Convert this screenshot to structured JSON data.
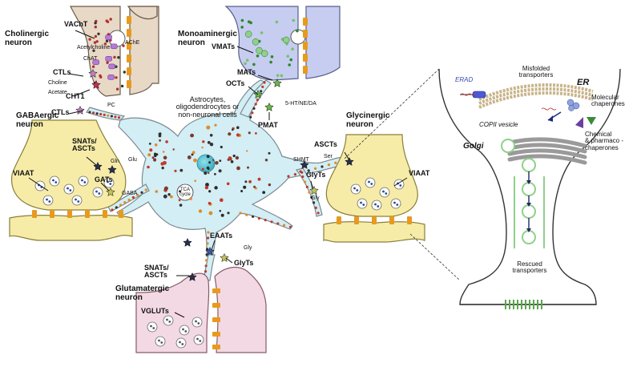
{
  "neurons": {
    "cholinergic": {
      "title": "Cholinergic\nneuron",
      "vacht": "VAChT",
      "acetylcholine": "Acetylcholine",
      "chat": "ChAT",
      "ache": "AChE",
      "ctls": "CTLs",
      "choline": "Choline",
      "acetate": "Acetate",
      "cht1": "CHT1"
    },
    "monoaminergic": {
      "title": "Monoaminergic\nneuron",
      "vmats": "VMATs",
      "mats": "MATs",
      "octs": "OCTs",
      "monoamines": "5-HT/NE/DA",
      "pmat": "PMAT"
    },
    "gabaergic": {
      "title": "GABAergic\nneuron",
      "snats": "SNATs/\nASCTs",
      "gln": "Gln",
      "glu": "Glu",
      "viaat": "VIAAT",
      "gats": "GATs",
      "gaba": "GABA"
    },
    "glycinergic": {
      "title": "Glycinergic\nneuron",
      "ascts": "ASCTs",
      "shmt": "SHMT",
      "ser": "Ser",
      "glyts": "GlyTs",
      "gly": "Gly",
      "viaat": "VIAAT"
    },
    "glutamatergic": {
      "title": "Glutamatergic\nneuron",
      "eaats": "EAATs",
      "gly": "Gly",
      "glyts": "GlyTs",
      "snats": "SNATs/\nASCTs",
      "vgluts": "VGLUTs"
    }
  },
  "glia": {
    "title": "Astrocytes,\noligodendrocytes or\nnon-neuronal cells",
    "tca": "TCA\ncycle",
    "ctls": "CTLs",
    "pc": "PC"
  },
  "inset": {
    "erad": "ERAD",
    "er": "ER",
    "misfolded": "Misfolded\ntransporters",
    "molecular": "Molecular\nchaperones",
    "copii": "COPII vesicle",
    "chemical": "Chemical\n& pharmaco -\nchaperones",
    "golgi": "Golgi",
    "rescued": "Rescued\ntransporters"
  },
  "colors": {
    "cholinergic_fill": "#e8d8c6",
    "monoaminergic_fill": "#c6cdf0",
    "gabaergic_fill": "#f6eca8",
    "glycinergic_fill": "#f6eca8",
    "glutamatergic_fill": "#f3d9e3",
    "glia_fill": "#d3eef4",
    "nucleus": "#5fc6d4",
    "receptor": "#e79a1e",
    "transporter_dark": "#2a2f4a",
    "transporter_green": "#69b64a",
    "membrane_green": "#8fd08a"
  }
}
